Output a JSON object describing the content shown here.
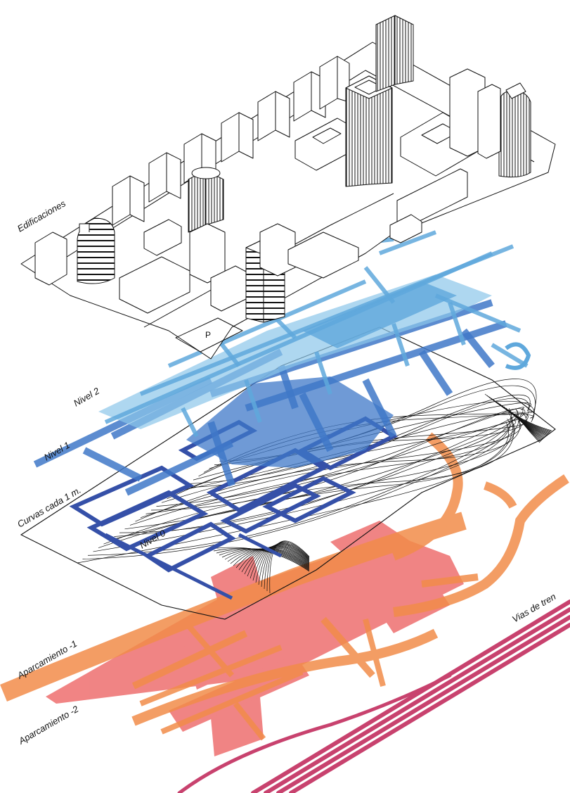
{
  "labels": {
    "buildings": "Edificaciones",
    "level2": "Nivel 2",
    "level1": "Nivel 1",
    "contours": "Curvas cada 1 m.",
    "level0": "Nivel 0",
    "parking1": "Aparcamiento -1",
    "parking2": "Aparcamiento -2",
    "rail": "Vias de tren",
    "parking_symbol": "P"
  },
  "colors": {
    "level2": "#5fa8dc",
    "level2_light": "#8cc6ea",
    "level1": "#3f78c8",
    "level0": "#3550a8",
    "parking1": "#f28c4a",
    "parking2": "#ee6f6f",
    "rail": "#c8426e",
    "contour": "#111111",
    "building_line": "#111111"
  }
}
